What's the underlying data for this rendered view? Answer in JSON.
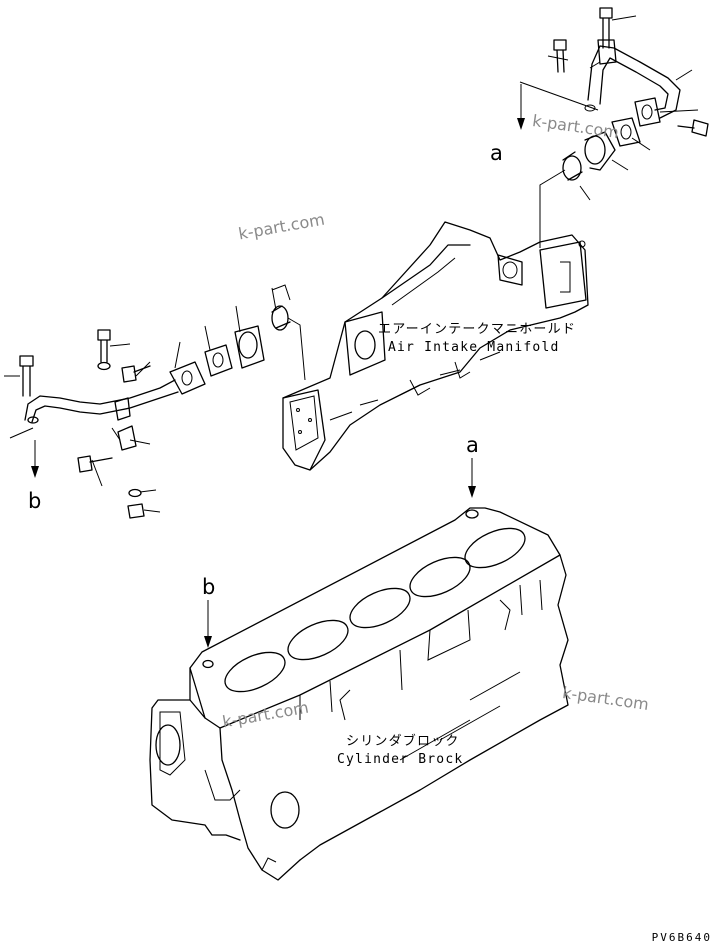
{
  "labels": {
    "manifold_ja": "エアーインテークマニホールド",
    "manifold_en": "Air Intake Manifold",
    "block_ja": "シリンダブロック",
    "block_en": "Cylinder Brock"
  },
  "ref_letters": {
    "a_top": "a",
    "a_block": "a",
    "b_left": "b",
    "b_block": "b"
  },
  "watermarks": [
    "k-part.com",
    "k-part.com",
    "k-part.com",
    "k-part.com"
  ],
  "drawing_code": "PV6B640"
}
